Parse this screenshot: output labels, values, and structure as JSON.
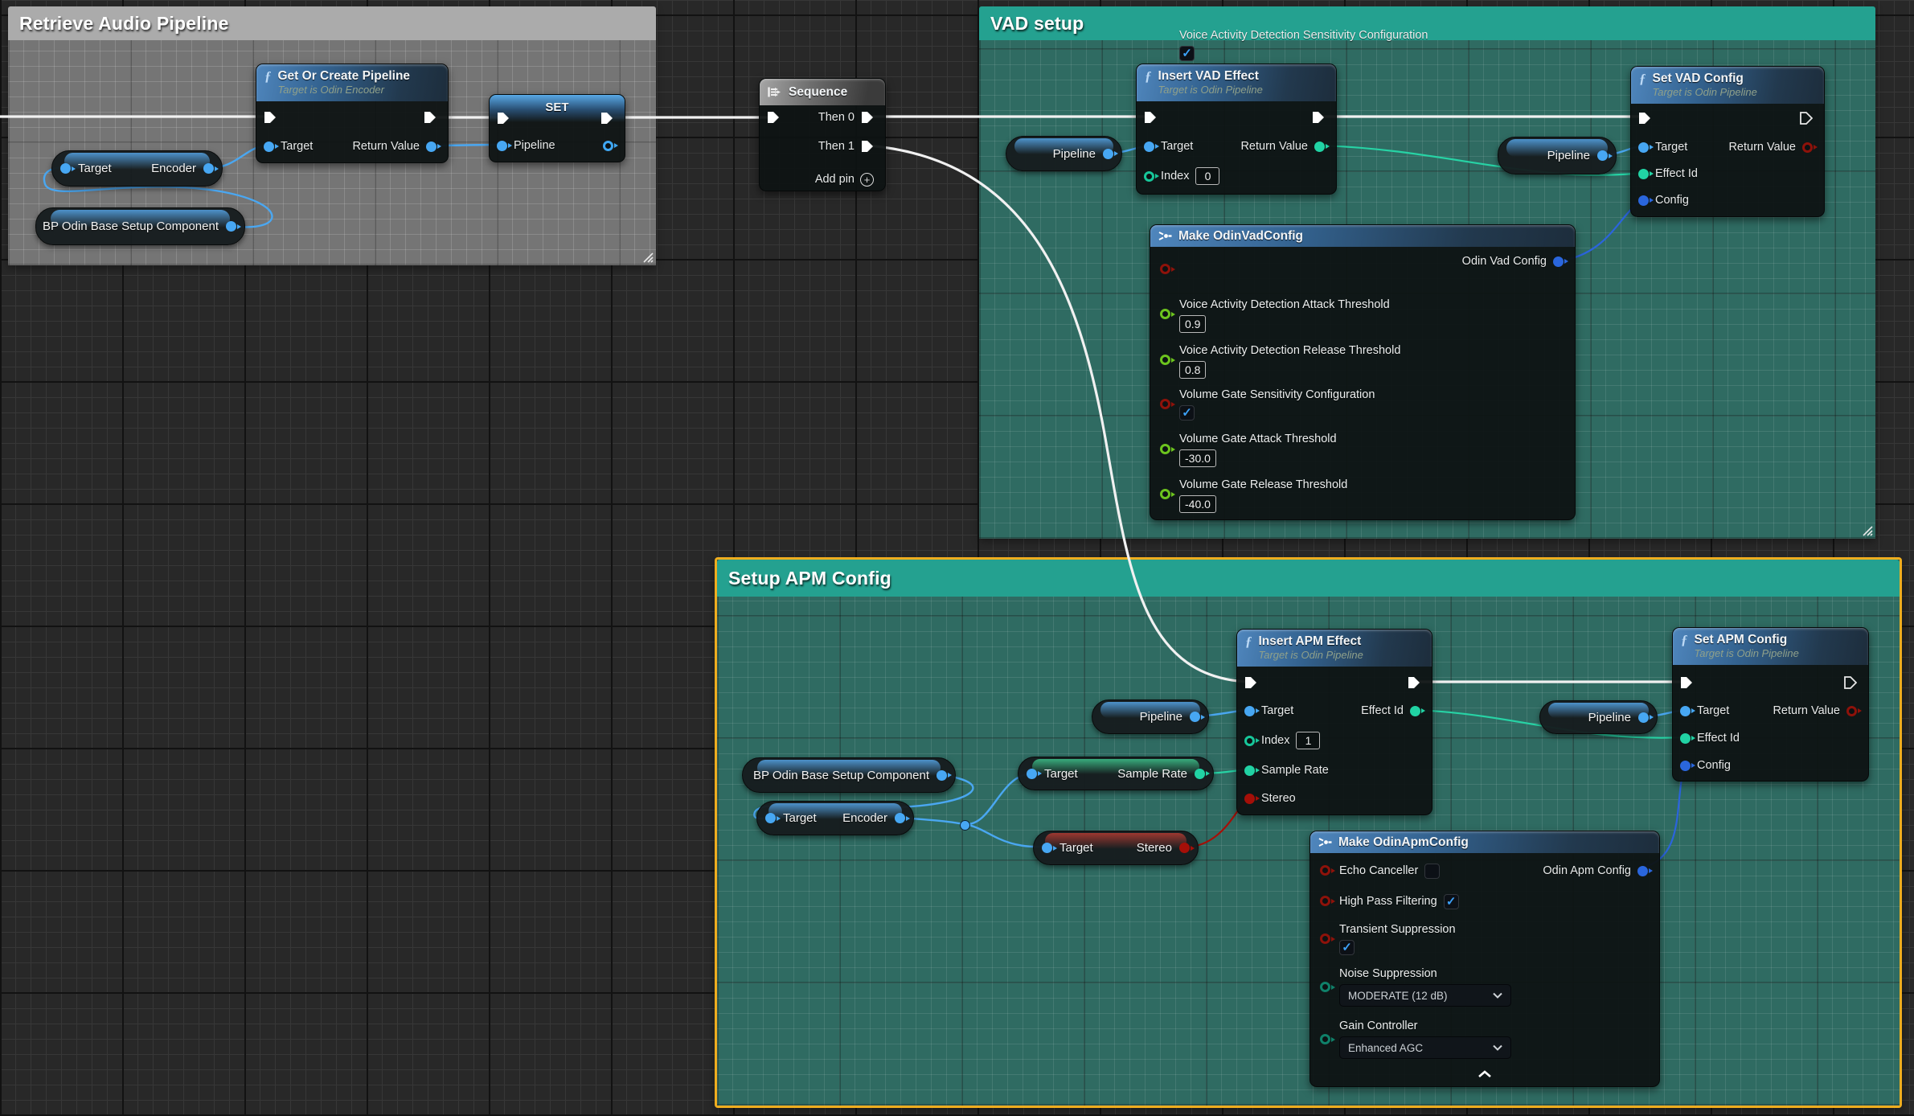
{
  "comments": {
    "retrieve": {
      "title": "Retrieve Audio Pipeline"
    },
    "vad": {
      "title": "VAD setup"
    },
    "apm": {
      "title": "Setup APM Config"
    }
  },
  "nodes": {
    "get_or_create": {
      "title": "Get Or Create Pipeline",
      "subtitle": "Target is Odin Encoder",
      "target": "Target",
      "return_value": "Return Value"
    },
    "set_pipeline": {
      "title": "SET",
      "pipeline": "Pipeline"
    },
    "sequence": {
      "title": "Sequence",
      "then0": "Then 0",
      "then1": "Then 1",
      "add_pin": "Add pin"
    },
    "insert_vad": {
      "title": "Insert VAD Effect",
      "subtitle": "Target is Odin Pipeline",
      "target": "Target",
      "index": "Index",
      "index_value": "0",
      "return_value": "Return Value"
    },
    "make_vad": {
      "title": "Make OdinVadConfig",
      "output": "Odin Vad Config",
      "rows": [
        {
          "label": "Voice Activity Detection Sensitivity Configuration",
          "type": "bool",
          "checked": true
        },
        {
          "label": "Voice Activity Detection Attack Threshold",
          "type": "float",
          "value": "0.9"
        },
        {
          "label": "Voice Activity Detection Release Threshold",
          "type": "float",
          "value": "0.8"
        },
        {
          "label": "Volume Gate Sensitivity Configuration",
          "type": "bool",
          "checked": true
        },
        {
          "label": "Volume Gate Attack Threshold",
          "type": "float",
          "value": "-30.0"
        },
        {
          "label": "Volume Gate Release Threshold",
          "type": "float",
          "value": "-40.0"
        }
      ]
    },
    "set_vad": {
      "title": "Set VAD Config",
      "subtitle": "Target is Odin Pipeline",
      "target": "Target",
      "effect_id": "Effect Id",
      "config": "Config",
      "return_value": "Return Value"
    },
    "insert_apm": {
      "title": "Insert APM Effect",
      "subtitle": "Target is Odin Pipeline",
      "target": "Target",
      "index": "Index",
      "index_value": "1",
      "sample_rate": "Sample Rate",
      "stereo": "Stereo",
      "effect_id": "Effect Id"
    },
    "make_apm": {
      "title": "Make OdinApmConfig",
      "output": "Odin Apm Config",
      "echo": "Echo Canceller",
      "echo_checked": false,
      "high_pass": "High Pass Filtering",
      "high_pass_checked": true,
      "transient": "Transient Suppression",
      "transient_checked": true,
      "noise_label": "Noise Suppression",
      "noise_value": "MODERATE (12 dB)",
      "gain_label": "Gain Controller",
      "gain_value": "Enhanced AGC"
    },
    "set_apm": {
      "title": "Set APM Config",
      "subtitle": "Target is Odin Pipeline",
      "target": "Target",
      "effect_id": "Effect Id",
      "config": "Config",
      "return_value": "Return Value"
    }
  },
  "pills": {
    "encoder_retrieve": {
      "left": "Target",
      "right": "Encoder"
    },
    "bp_retrieve": {
      "label": "BP Odin Base Setup Component"
    },
    "pipeline_vad": {
      "label": "Pipeline"
    },
    "pipeline_set_vad": {
      "label": "Pipeline"
    },
    "pipeline_apm": {
      "label": "Pipeline"
    },
    "pipeline_set_apm": {
      "label": "Pipeline"
    },
    "bp_apm": {
      "label": "BP Odin Base Setup Component"
    },
    "encoder_apm": {
      "left": "Target",
      "right": "Encoder"
    },
    "sample_rate": {
      "left": "Target",
      "right": "Sample Rate"
    },
    "stereo": {
      "left": "Target",
      "right": "Stereo"
    }
  },
  "colors": {
    "exec_wire": "#f1f1f1",
    "object_pin": "#47a7f3",
    "integer_pin": "#21d3a4",
    "boolean_pin": "#a50f08",
    "float_pin": "#6cc41e",
    "enum_pin": "#0f8069",
    "struct_pin": "#2a66dd",
    "comment_teal": "#24a190",
    "comment_gray": "#ababab",
    "selection_border": "#eead1f",
    "checkbox_check": "#3da1f8"
  }
}
